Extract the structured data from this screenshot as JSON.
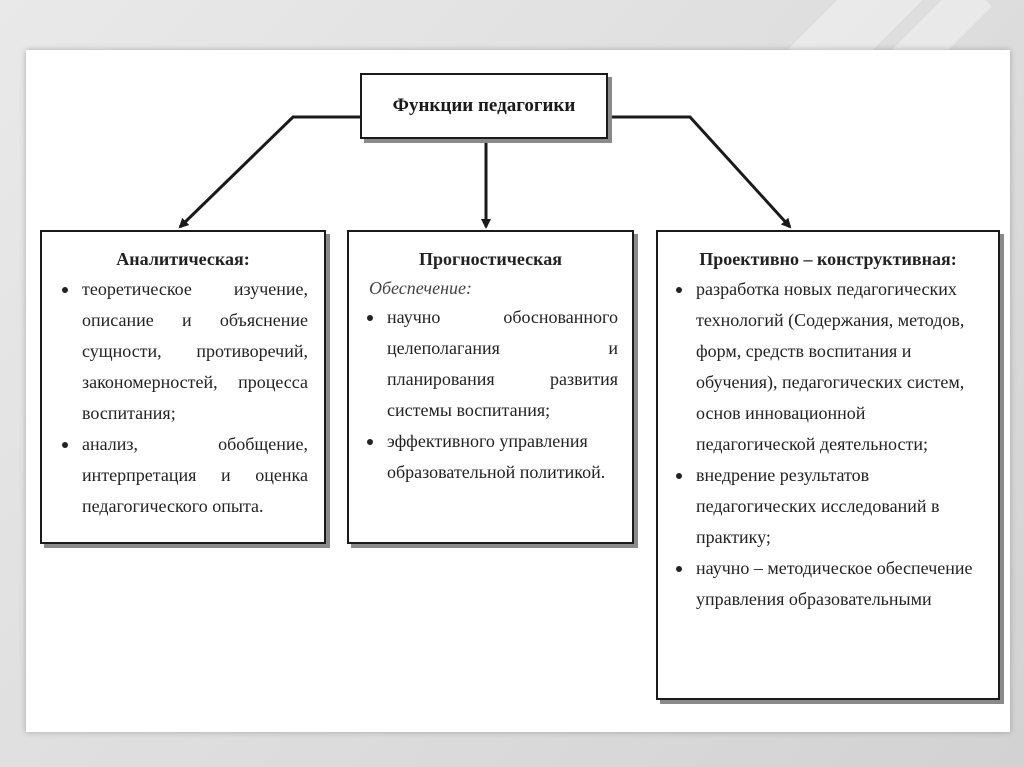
{
  "diagram": {
    "root": {
      "label": "Функции педагогики"
    },
    "branches": [
      {
        "title": "Аналитическая:",
        "subtitle": "",
        "items": [
          "теоретическое изучение, описание и объяснение сущности, противоречий, закономерностей, процесса воспитания;",
          "анализ, обобщение, интерпретация и оценка педагогического опыта."
        ]
      },
      {
        "title": "Прогностическая",
        "subtitle": "Обеспечение:",
        "items": [
          "научно обоснованного целеполагания и планирования развития системы воспитания;",
          "эффективного управления образовательной политикой."
        ]
      },
      {
        "title": "Проективно – конструктивная:",
        "subtitle": "",
        "items": [
          "разработка новых педагогических технологий (Содержания, методов, форм, средств воспитания и обучения), педагогических систем, основ инновационной педагогической деятельности;",
          "внедрение результатов педагогических исследований в практику;",
          "научно – методическое обеспечение управления образовательными"
        ]
      }
    ]
  },
  "colors": {
    "line": "#1a1a1a",
    "shadow": "#8a8a8a",
    "text": "#222222"
  }
}
